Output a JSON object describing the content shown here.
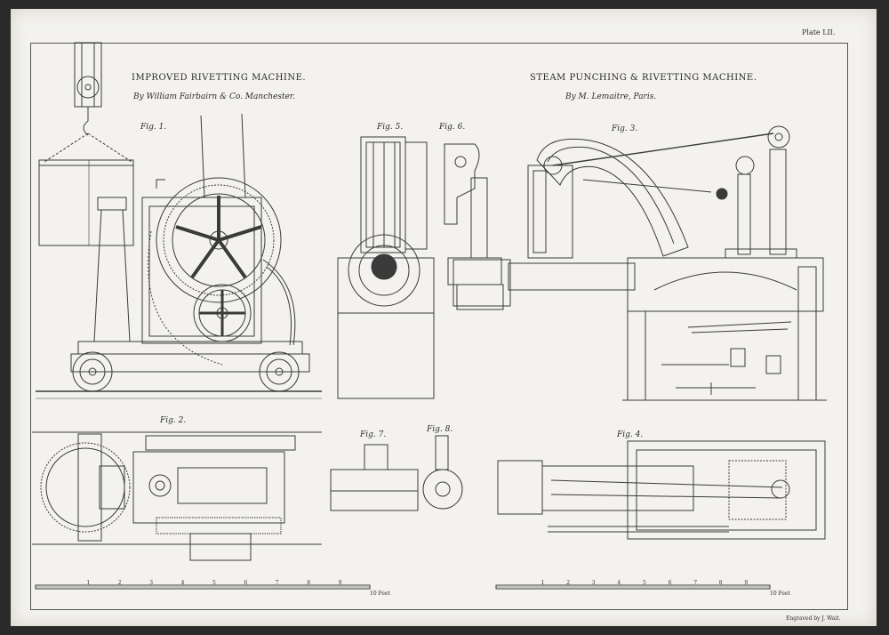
{
  "plate": {
    "number": "Plate LII."
  },
  "left_title": {
    "heading": "IMPROVED RIVETTING MACHINE.",
    "byline": "By William Fairbairn & Co. Manchester."
  },
  "right_title": {
    "heading": "STEAM PUNCHING & RIVETTING MACHINE.",
    "byline": "By M. Lemaitre, Paris."
  },
  "figures": {
    "fig1": "Fig. 1.",
    "fig2": "Fig. 2.",
    "fig3": "Fig. 3.",
    "fig4": "Fig. 4.",
    "fig5": "Fig. 5.",
    "fig6": "Fig. 6.",
    "fig7": "Fig. 7.",
    "fig8": "Fig. 8."
  },
  "scales": {
    "left_unit": "10 Feet",
    "right_unit": "10 Feet",
    "ticks": [
      "1",
      "2",
      "3",
      "4",
      "5",
      "6",
      "7",
      "8",
      "9"
    ]
  },
  "engraver": "Engraved by J. Wait."
}
